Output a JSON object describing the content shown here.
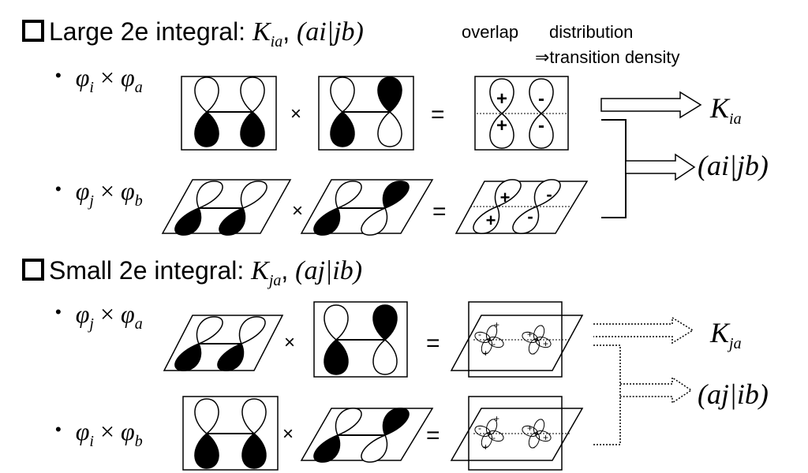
{
  "large": {
    "heading": "Large 2e integral:",
    "k": "K",
    "k_sub": "ia",
    "paren": "(ai|jb)"
  },
  "small": {
    "heading": "Small 2e integral:",
    "k": "K",
    "k_sub": "ja",
    "paren": "(aj|ib)"
  },
  "notes": {
    "overlap": "overlap",
    "distribution": "distribution",
    "transition": "⇒transition density"
  },
  "bullets": {
    "b1": {
      "phi1": "φ",
      "sub1": "i",
      "times": "×",
      "phi2": "φ",
      "sub2": "a"
    },
    "b2": {
      "phi1": "φ",
      "sub1": "j",
      "times": "×",
      "phi2": "φ",
      "sub2": "b"
    },
    "b3": {
      "phi1": "φ",
      "sub1": "j",
      "times": "×",
      "phi2": "φ",
      "sub2": "a"
    },
    "b4": {
      "phi1": "φ",
      "sub1": "i",
      "times": "×",
      "phi2": "φ",
      "sub2": "b"
    }
  },
  "operators": {
    "times": "×",
    "equals": "="
  },
  "signs": {
    "plus": "+",
    "minus": "-"
  },
  "results": {
    "k_ia": "K",
    "k_ia_sub": "ia",
    "ai_jb": "(ai|jb)",
    "k_ja": "K",
    "k_ja_sub": "ja",
    "aj_ib": "(aj|ib)"
  },
  "colors": {
    "ink": "#000000",
    "bg": "#ffffff"
  }
}
